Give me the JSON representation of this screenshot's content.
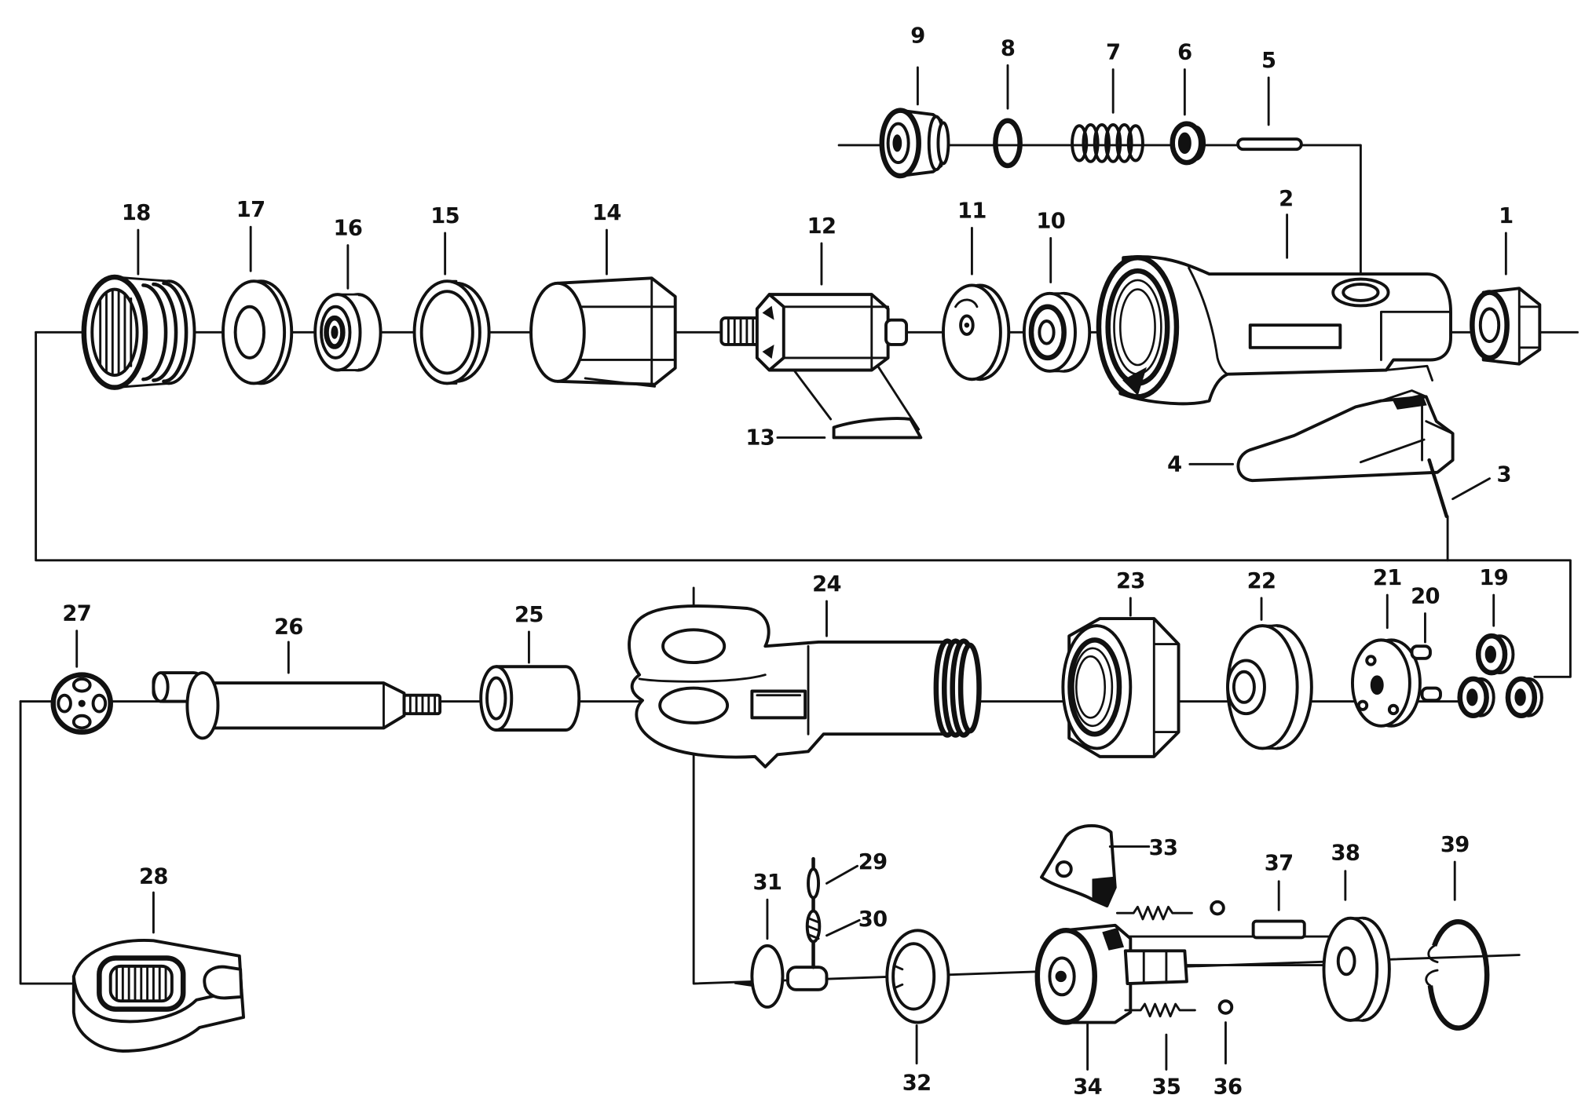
{
  "colors": {
    "ink": "#111111",
    "paper": "#ffffff"
  },
  "part_labels": [
    "1",
    "2",
    "3",
    "4",
    "5",
    "6",
    "7",
    "8",
    "9",
    "10",
    "11",
    "12",
    "13",
    "14",
    "15",
    "16",
    "17",
    "18",
    "19",
    "20",
    "21",
    "22",
    "23",
    "24",
    "25",
    "26",
    "27",
    "28",
    "29",
    "30",
    "31",
    "32",
    "33",
    "34",
    "35",
    "36",
    "37",
    "38",
    "39"
  ]
}
